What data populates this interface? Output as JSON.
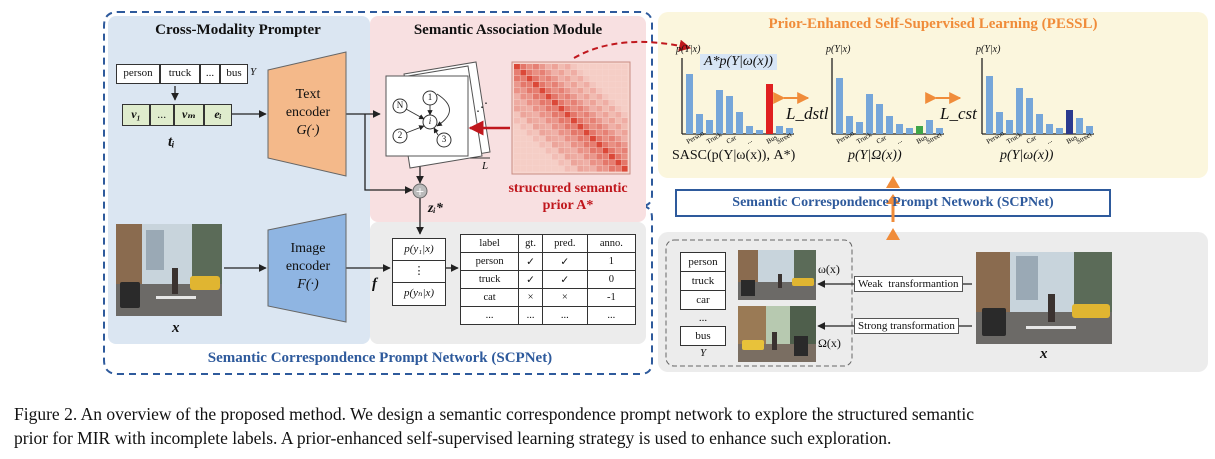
{
  "sections": {
    "cross_modality_prompter": "Cross-Modality Prompter",
    "semantic_association_module": "Semantic Association Module",
    "pessl": "Prior-Enhanced Self-Supervised Learning (PESSL)",
    "scpnet_bottom": "Semantic Correspondence Prompt Network (SCPNet)",
    "scpnet_box": "Semantic Correspondence Prompt Network (SCPNet)"
  },
  "prompter": {
    "label_row": [
      "person",
      "truck",
      "...",
      "bus"
    ],
    "label_row_symbol": "Y",
    "token_row": [
      "v₁",
      "...",
      "vₘ",
      "eᵢ"
    ],
    "token_symbol": "tᵢ",
    "image_symbol": "x"
  },
  "encoders": {
    "text_encoder": [
      "Text",
      "encoder",
      "G(·)"
    ],
    "image_encoder": [
      "Image",
      "encoder",
      "F(·)"
    ]
  },
  "association": {
    "graph_nodes": [
      "N",
      "1",
      "2",
      "3",
      "i"
    ],
    "layers_symbol": "L",
    "prior_caption": [
      "structured semantic",
      "prior A*"
    ],
    "z_symbol": "zᵢ*",
    "f_symbol": "f"
  },
  "predictions": {
    "items": [
      "p(y₁|x)",
      "⋮",
      "p(yₙ|x)"
    ]
  },
  "label_table": {
    "headers": [
      "label",
      "gt.",
      "pred.",
      "anno."
    ],
    "rows": [
      [
        "person",
        "✓",
        "✓",
        "1"
      ],
      [
        "truck",
        "✓",
        "✓",
        "0"
      ],
      [
        "cat",
        "×",
        "×",
        "-1"
      ],
      [
        "...",
        "...",
        "...",
        "..."
      ]
    ]
  },
  "pessl_panel": {
    "y_axis_label": "p(Y|x)",
    "chart1_overlay": "A*p(Y|ω(x))",
    "chart1_caption": "SASC(p(Y|ω(x)), A*)",
    "chart2_caption": "p(Y|Ω(x))",
    "chart3_caption": "p(Y|ω(x))",
    "loss1": "L_dstl",
    "loss2": "L_cst",
    "x_ticks": [
      "Person",
      "Truck",
      "Car",
      "...",
      "Bus",
      "Street"
    ]
  },
  "augmentation": {
    "labels": [
      "person",
      "truck",
      "car",
      "...",
      "bus"
    ],
    "labels_symbol": "Y",
    "weak": "Weak  transformantion",
    "strong": "Strong transformation",
    "omega_weak": "ω(x)",
    "omega_strong": "Ω(x)",
    "image_symbol": "x"
  },
  "caption": {
    "line1": "Figure 2. An overview of the proposed method. We design a semantic correspondence prompt network to explore the structured semantic",
    "line2": "prior for MIR with incomplete labels. A prior-enhanced self-supervised learning strategy is used to enhance such exploration."
  },
  "colors": {
    "blue_panel": "#dbe6f2",
    "pink_panel": "#f8e0e1",
    "yellow_panel": "#fbf6dd",
    "gray_panel": "#ececec",
    "bar_blue": "#76a6d9",
    "bar_red": "#e02020",
    "bar_green": "#3fa648",
    "bar_navy": "#2b3a8f",
    "accent_red": "#c0171d",
    "accent_blue": "#2e5a9c",
    "arrow_orange": "#f08c3a"
  }
}
